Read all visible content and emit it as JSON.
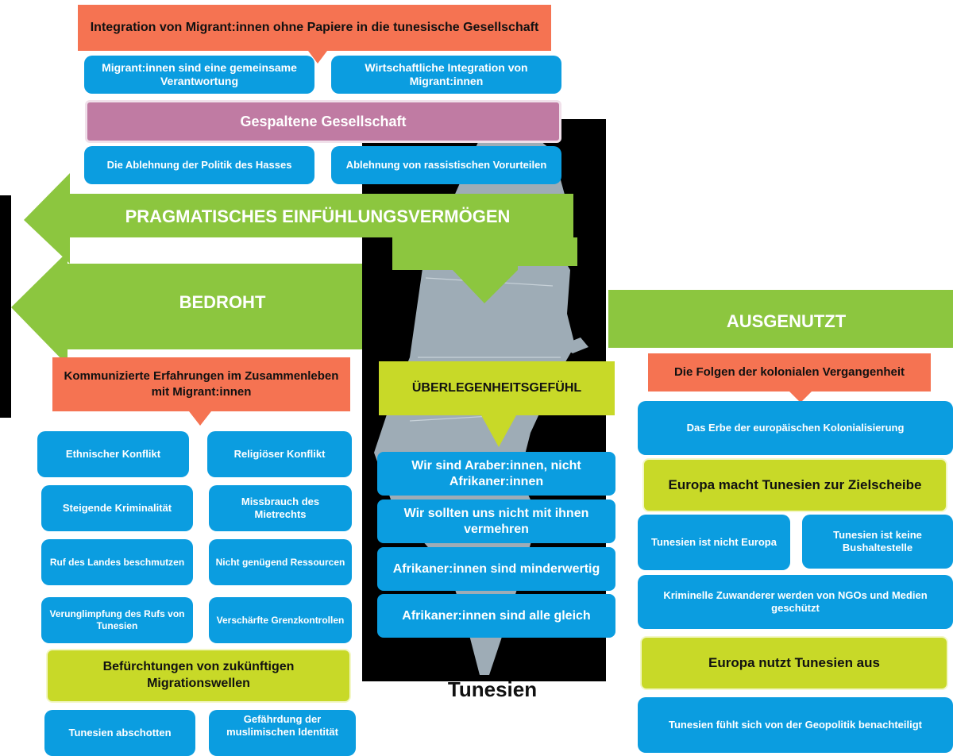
{
  "colors": {
    "blue": "#0b9de0",
    "orange": "#f57352",
    "lime": "#c8d928",
    "green": "#8cc63f",
    "mauve": "#c07ba3",
    "map": "#9eacb6"
  },
  "top_title": "Integration von Migrant:innen ohne Papiere in die tunesische Gesellschaft",
  "top_boxes": [
    "Migrant:innen sind eine gemeinsame Verantwortung",
    "Wirtschaftliche Integration von Migrant:innen"
  ],
  "divided_title": "Gespaltene Gesellschaft",
  "divided_boxes": [
    "Die Ablehnung der Politik des Hasses",
    "Ablehnung von rassistischen Vorurteilen"
  ],
  "arrows": {
    "pragmatic": "PRAGMATISCHES EINFÜHLUNGSVERMÖGEN",
    "threatened": "BEDROHT",
    "exploited": "AUSGENUTZT"
  },
  "left": {
    "title": "Kommunizierte Erfahrungen im Zusammenleben mit Migrant:innen",
    "grid": [
      "Ethnischer Konflikt",
      "Religiöser Konflikt",
      "Steigende Kriminalität",
      "Missbrauch des Mietrechts",
      "Ruf des Landes beschmutzen",
      "Nicht genügend Ressourcen",
      "Verunglimpfung des Rufs von Tunesien",
      "Verschärfte Grenzkontrollen"
    ],
    "fears_title": "Befürchtungen von zukünftigen Migrationswellen",
    "fears": [
      "Tunesien abschotten",
      "Gefährdung der muslimischen Identität"
    ]
  },
  "center": {
    "title": "ÜBERLEGENHEITSGEFÜHL",
    "items": [
      "Wir sind Araber:innen, nicht Afrikaner:innen",
      "Wir sollten uns nicht mit ihnen vermehren",
      "Afrikaner:innen sind minderwertig",
      "Afrikaner:innen sind alle gleich"
    ],
    "map_label": "Tunesien"
  },
  "right": {
    "title": "Die Folgen der kolonialen Vergangenheit",
    "heritage": "Das Erbe der europäischen Kolonialisierung",
    "target_title": "Europa macht Tunesien zur Zielscheibe",
    "target_boxes": [
      "Tunesien ist nicht Europa",
      "Tunesien ist keine Bushaltestelle"
    ],
    "criminal": "Kriminelle Zuwanderer werden von NGOs und Medien geschützt",
    "uses_title": "Europa nutzt Tunesien aus",
    "geo": "Tunesien fühlt sich von der Geopolitik benachteiligt"
  }
}
